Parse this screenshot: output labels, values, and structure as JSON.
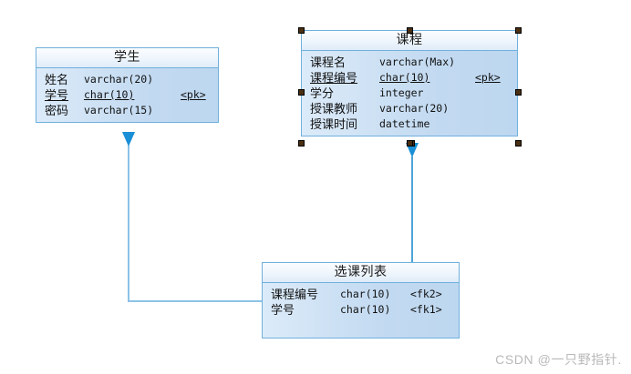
{
  "diagram": {
    "type": "entity-relationship-diagram",
    "background": "#ffffff",
    "accent_border": "#6fb0dd",
    "accent_fill": "#c5dcf2",
    "connector_color": "#8cc3e8",
    "arrow_color": "#1a8fd6",
    "handle_color": "#4a2f12"
  },
  "entities": [
    {
      "id": "student",
      "title": "学生",
      "selected": false,
      "attributes": [
        {
          "name": "姓名",
          "type": "varchar(20)",
          "key": "",
          "is_pk": false
        },
        {
          "name": "学号",
          "type": "char(10)",
          "key": "<pk>",
          "is_pk": true
        },
        {
          "name": "密码",
          "type": "varchar(15)",
          "key": "",
          "is_pk": false
        }
      ]
    },
    {
      "id": "course",
      "title": "课程",
      "selected": true,
      "attributes": [
        {
          "name": "课程名",
          "type": "varchar(Max)",
          "key": "",
          "is_pk": false
        },
        {
          "name": "课程编号",
          "type": "char(10)",
          "key": "<pk>",
          "is_pk": true
        },
        {
          "name": "学分",
          "type": "integer",
          "key": "",
          "is_pk": false
        },
        {
          "name": "授课教师",
          "type": "varchar(20)",
          "key": "",
          "is_pk": false
        },
        {
          "name": "授课时间",
          "type": "datetime",
          "key": "",
          "is_pk": false
        }
      ]
    },
    {
      "id": "selection",
      "title": "选课列表",
      "selected": false,
      "attributes": [
        {
          "name": "课程编号",
          "type": "char(10)",
          "key": "<fk2>",
          "is_pk": false
        },
        {
          "name": "学号",
          "type": "char(10)",
          "key": "<fk1>",
          "is_pk": false
        }
      ]
    }
  ],
  "relationships": [
    {
      "id": "rel-selection-student",
      "from": "selection",
      "to": "student",
      "arrow": "up"
    },
    {
      "id": "rel-selection-course",
      "from": "selection",
      "to": "course",
      "arrow": "up"
    }
  ],
  "watermark": {
    "text": "CSDN @一只野指针."
  }
}
